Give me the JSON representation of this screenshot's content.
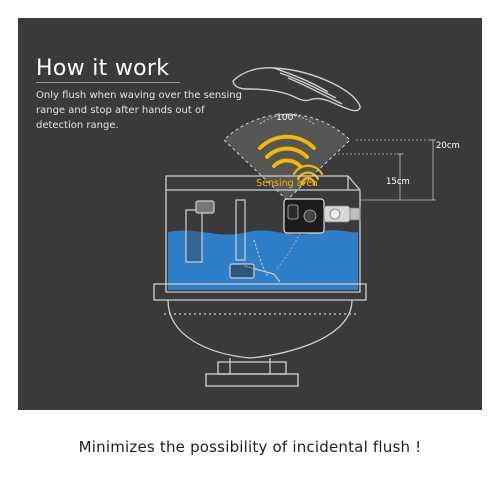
{
  "heading": "How it work",
  "description": "Only flush when waving over the sensing range and stop after hands out of detection range.",
  "diagram": {
    "angle_label": "100°",
    "sensing_label": "Sensing area",
    "dim_outer": "20cm",
    "dim_inner": "15cm"
  },
  "caption": "Minimizes the possibility of incidental flush !",
  "colors": {
    "panel_bg": "#3a3a3a",
    "accent_yellow": "#f5b800",
    "water_blue": "#2f86d8",
    "line_gray": "#bdbdbd"
  }
}
